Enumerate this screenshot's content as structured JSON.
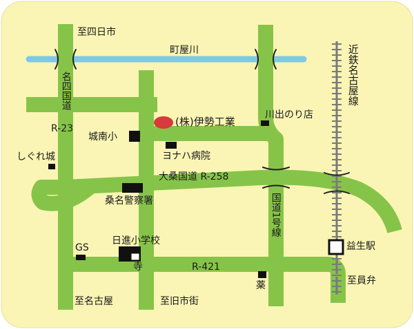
{
  "colors": {
    "background": "#faf5b4",
    "road": "#86c449",
    "river": "#7fc8e8",
    "railway": "#8a8a8a",
    "building": "#111111",
    "destination": "#d63a3a"
  },
  "labels": {
    "to_yokkaichi": "至四日市",
    "river": "町屋川",
    "kintetsu_line": "近鉄名古屋線",
    "meishi_road": "名四国道",
    "r23": "R-23",
    "company": "(株)伊勢工業",
    "kawade_store": "川出のり店",
    "jonan_school": "城南小",
    "yonaha_hospital": "ヨナハ病院",
    "shigure_castle": "しぐれ城",
    "daiso_road": "大桑国道 R-258",
    "police": "桑名警察署",
    "route1": "国道1号線",
    "gs": "GS",
    "nisshin_school": "日進小学校",
    "temple": "寺",
    "r421": "R-421",
    "masuo_station": "益生駅",
    "pharmacy": "薬",
    "to_nagoya": "至名古屋",
    "to_old_town": "至旧市街",
    "to_inabe": "至員弁"
  }
}
